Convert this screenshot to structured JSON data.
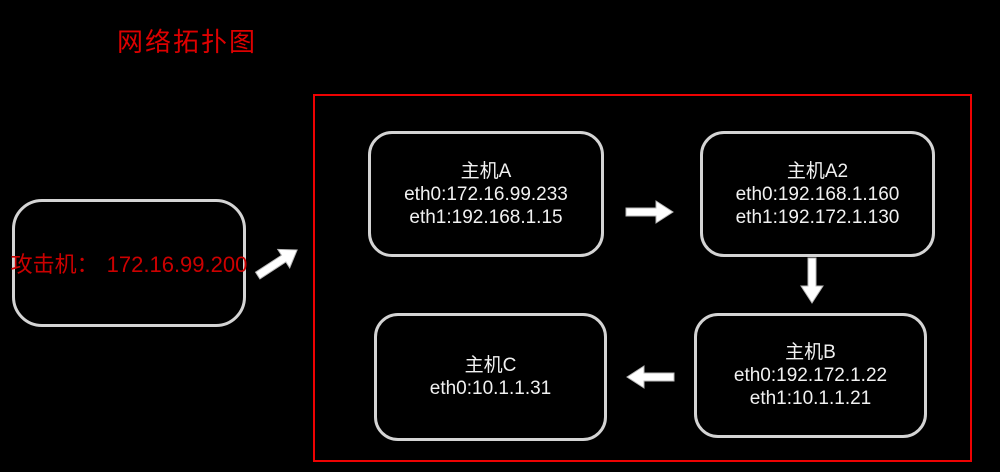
{
  "title": "网络拓扑图",
  "attacker": {
    "label": "攻击机：",
    "ip": "172.16.99.200"
  },
  "nodes": {
    "hostA": {
      "name": "主机A",
      "eth0": "eth0:172.16.99.233",
      "eth1": "eth1:192.168.1.15"
    },
    "hostA2": {
      "name": "主机A2",
      "eth0": "eth0:192.168.1.160",
      "eth1": "eth1:192.172.1.130"
    },
    "hostB": {
      "name": "主机B",
      "eth0": "eth0:192.172.1.22",
      "eth1": "eth1:10.1.1.21"
    },
    "hostC": {
      "name": "主机C",
      "eth0": "eth0:10.1.1.31"
    }
  },
  "connections": [
    "攻击机 → 主机A",
    "主机A → 主机A2",
    "主机A2 → 主机B",
    "主机B → 主机C"
  ],
  "colors": {
    "background": "#000000",
    "frame_border": "#ee0202",
    "title_text": "#dd0000",
    "attacker_text": "#cc0000",
    "node_border": "#d4d4d4",
    "node_text": "#f1f1f1",
    "arrow_fill": "#ffffff"
  }
}
